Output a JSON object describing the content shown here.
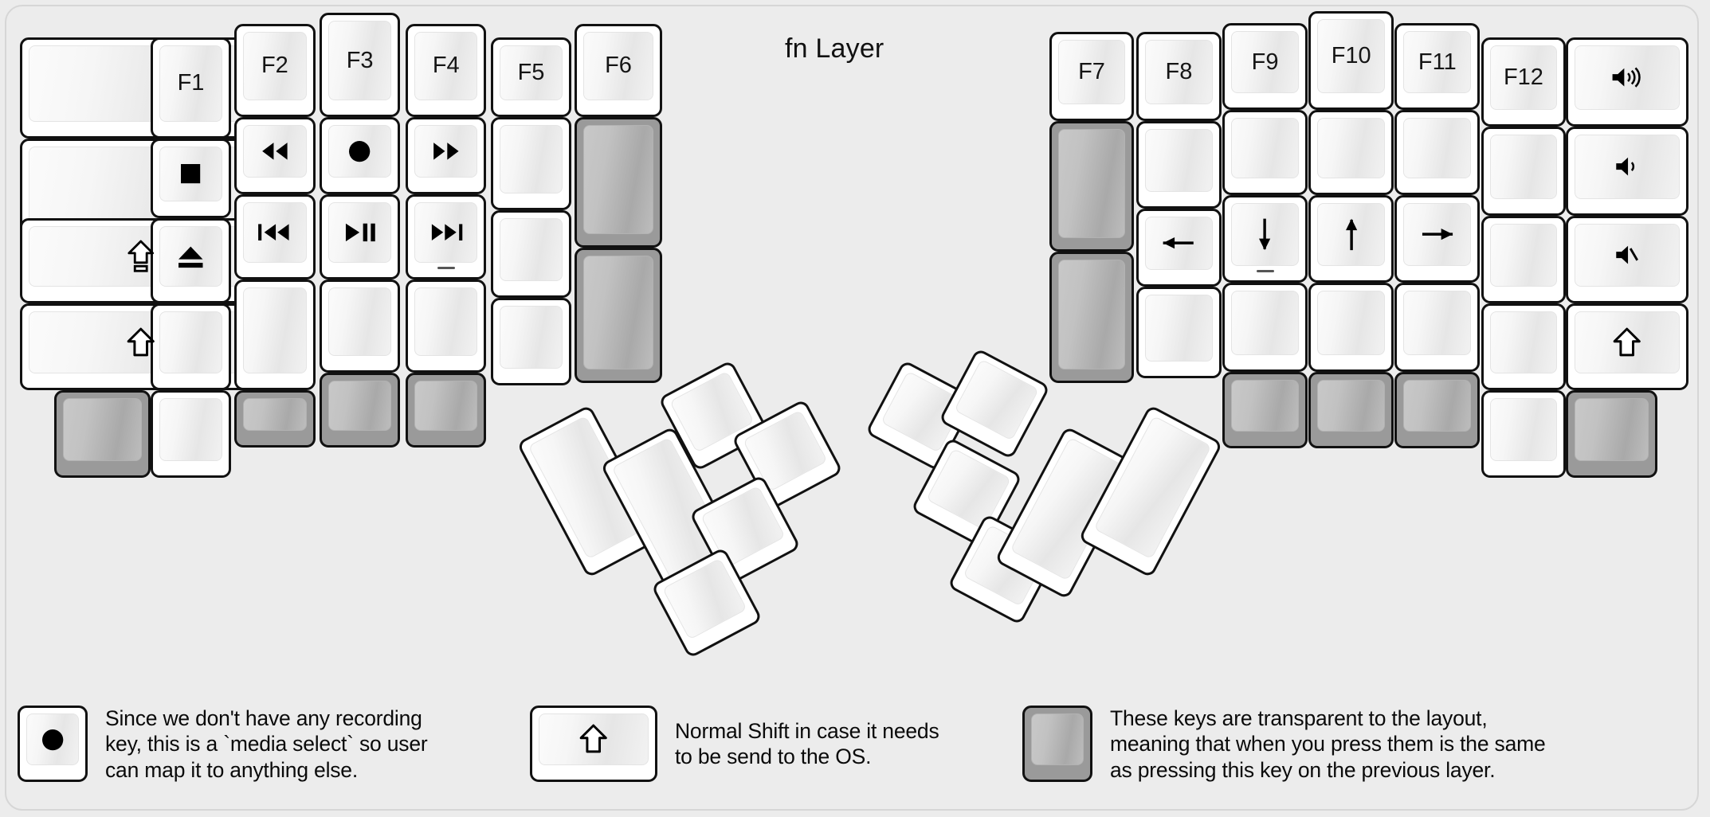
{
  "title": "fn Layer",
  "colors": {
    "background": "#ececec",
    "key_fill": "#ffffff",
    "key_border": "#111111",
    "transparent_key_fill": "#9a9a9a",
    "text": "#151515"
  },
  "left_half": {
    "columns": [
      {
        "name": "col-pinky-outer",
        "keys": [
          {
            "label": "",
            "icon": "",
            "type": "normal"
          },
          {
            "label": "",
            "icon": "",
            "type": "normal"
          },
          {
            "label": "",
            "icon": "caps-lock-icon",
            "type": "normal"
          },
          {
            "label": "",
            "icon": "shift-icon",
            "type": "normal"
          }
        ]
      },
      {
        "name": "col-pinky",
        "keys": [
          {
            "label": "F1",
            "icon": "",
            "type": "normal"
          },
          {
            "label": "",
            "icon": "media-stop-icon",
            "type": "normal"
          },
          {
            "label": "",
            "icon": "media-eject-icon",
            "type": "normal"
          },
          {
            "label": "",
            "icon": "",
            "type": "normal"
          },
          {
            "label": "",
            "icon": "",
            "type": "normal"
          }
        ],
        "bottom_transparent_neighbor": true
      },
      {
        "name": "col-ring",
        "keys": [
          {
            "label": "F2",
            "icon": "",
            "type": "normal"
          },
          {
            "label": "",
            "icon": "media-rewind-icon",
            "type": "normal"
          },
          {
            "label": "",
            "icon": "media-prev-track-icon",
            "type": "normal"
          },
          {
            "label": "",
            "icon": "",
            "type": "normal"
          },
          {
            "label": "",
            "icon": "",
            "type": "transparent"
          }
        ]
      },
      {
        "name": "col-middle",
        "keys": [
          {
            "label": "F3",
            "icon": "",
            "type": "normal"
          },
          {
            "label": "",
            "icon": "media-record-icon",
            "type": "normal"
          },
          {
            "label": "",
            "icon": "media-play-pause-icon",
            "type": "normal"
          },
          {
            "label": "",
            "icon": "",
            "type": "normal"
          },
          {
            "label": "",
            "icon": "",
            "type": "transparent"
          }
        ]
      },
      {
        "name": "col-index",
        "keys": [
          {
            "label": "F4",
            "icon": "",
            "type": "normal"
          },
          {
            "label": "",
            "icon": "media-fast-forward-icon",
            "type": "normal"
          },
          {
            "label": "",
            "icon": "media-next-track-icon",
            "type": "normal",
            "underline": true
          },
          {
            "label": "",
            "icon": "",
            "type": "normal"
          },
          {
            "label": "",
            "icon": "",
            "type": "transparent"
          }
        ]
      },
      {
        "name": "col-inner",
        "keys": [
          {
            "label": "F5",
            "icon": "",
            "type": "normal"
          },
          {
            "label": "",
            "icon": "",
            "type": "normal"
          },
          {
            "label": "",
            "icon": "",
            "type": "normal"
          },
          {
            "label": "",
            "icon": "",
            "type": "normal"
          }
        ]
      },
      {
        "name": "col-inner-most",
        "keys": [
          {
            "label": "F6",
            "icon": "",
            "type": "normal"
          },
          {
            "label": "",
            "icon": "",
            "type": "transparent",
            "tall": true
          },
          {
            "label": "",
            "icon": "",
            "type": "transparent",
            "tall": true
          }
        ]
      }
    ],
    "thumb_cluster": {
      "name": "left-thumb-cluster",
      "keys": [
        {
          "name": "thumb-big-1",
          "type": "normal"
        },
        {
          "name": "thumb-big-2",
          "type": "normal"
        },
        {
          "name": "thumb-small-top",
          "type": "normal"
        },
        {
          "name": "thumb-small-right",
          "type": "normal"
        },
        {
          "name": "thumb-small-mid",
          "type": "normal"
        },
        {
          "name": "thumb-small-bottom",
          "type": "normal"
        }
      ]
    }
  },
  "right_half": {
    "columns": [
      {
        "name": "col-index-inner-most",
        "keys": [
          {
            "label": "F7",
            "icon": "",
            "type": "normal"
          },
          {
            "label": "",
            "icon": "",
            "type": "transparent",
            "tall": true
          },
          {
            "label": "",
            "icon": "",
            "type": "transparent",
            "tall": true
          }
        ]
      },
      {
        "name": "col-index-inner",
        "keys": [
          {
            "label": "F8",
            "icon": "",
            "type": "normal"
          },
          {
            "label": "",
            "icon": "",
            "type": "normal"
          },
          {
            "label": "",
            "icon": "arrow-left-icon",
            "type": "normal"
          },
          {
            "label": "",
            "icon": "",
            "type": "normal"
          }
        ]
      },
      {
        "name": "col-index",
        "keys": [
          {
            "label": "F9",
            "icon": "",
            "type": "normal"
          },
          {
            "label": "",
            "icon": "",
            "type": "normal"
          },
          {
            "label": "",
            "icon": "arrow-down-icon",
            "type": "normal",
            "underline": true
          },
          {
            "label": "",
            "icon": "",
            "type": "normal"
          },
          {
            "label": "",
            "icon": "",
            "type": "transparent"
          }
        ]
      },
      {
        "name": "col-middle",
        "keys": [
          {
            "label": "F10",
            "icon": "",
            "type": "normal"
          },
          {
            "label": "",
            "icon": "",
            "type": "normal"
          },
          {
            "label": "",
            "icon": "arrow-up-icon",
            "type": "normal"
          },
          {
            "label": "",
            "icon": "",
            "type": "normal"
          },
          {
            "label": "",
            "icon": "",
            "type": "transparent"
          }
        ]
      },
      {
        "name": "col-ring",
        "keys": [
          {
            "label": "F11",
            "icon": "",
            "type": "normal"
          },
          {
            "label": "",
            "icon": "",
            "type": "normal"
          },
          {
            "label": "",
            "icon": "arrow-right-icon",
            "type": "normal"
          },
          {
            "label": "",
            "icon": "",
            "type": "normal"
          },
          {
            "label": "",
            "icon": "",
            "type": "transparent"
          }
        ]
      },
      {
        "name": "col-pinky",
        "keys": [
          {
            "label": "F12",
            "icon": "",
            "type": "normal"
          },
          {
            "label": "",
            "icon": "",
            "type": "normal"
          },
          {
            "label": "",
            "icon": "",
            "type": "normal"
          },
          {
            "label": "",
            "icon": "",
            "type": "normal"
          },
          {
            "label": "",
            "icon": "",
            "type": "normal"
          }
        ]
      },
      {
        "name": "col-pinky-outer",
        "keys": [
          {
            "label": "",
            "icon": "volume-up-icon",
            "type": "normal"
          },
          {
            "label": "",
            "icon": "volume-down-icon",
            "type": "normal"
          },
          {
            "label": "",
            "icon": "volume-mute-icon",
            "type": "normal"
          },
          {
            "label": "",
            "icon": "shift-icon",
            "type": "normal"
          },
          {
            "label": "",
            "icon": "",
            "type": "transparent"
          }
        ]
      }
    ],
    "thumb_cluster": {
      "name": "right-thumb-cluster",
      "keys": [
        {
          "name": "thumb-small-top-left",
          "type": "normal"
        },
        {
          "name": "thumb-small-top-right",
          "type": "normal"
        },
        {
          "name": "thumb-small-mid",
          "type": "normal"
        },
        {
          "name": "thumb-small-bottom",
          "type": "normal"
        },
        {
          "name": "thumb-big-1",
          "type": "normal"
        },
        {
          "name": "thumb-big-2",
          "type": "normal"
        }
      ]
    }
  },
  "legend": [
    {
      "name": "legend-record",
      "icon": "media-record-icon",
      "key_type": "normal",
      "text": "Since we don't have any recording\nkey, this is a `media select` so user\ncan map it to anything else."
    },
    {
      "name": "legend-shift",
      "icon": "shift-icon",
      "key_type": "normal",
      "text": "Normal Shift in case it needs\nto be send to the OS."
    },
    {
      "name": "legend-transparent",
      "icon": "",
      "key_type": "transparent",
      "text": "These keys are transparent to the layout,\nmeaning that when you press them is the same\nas pressing this key on the previous layer."
    }
  ]
}
